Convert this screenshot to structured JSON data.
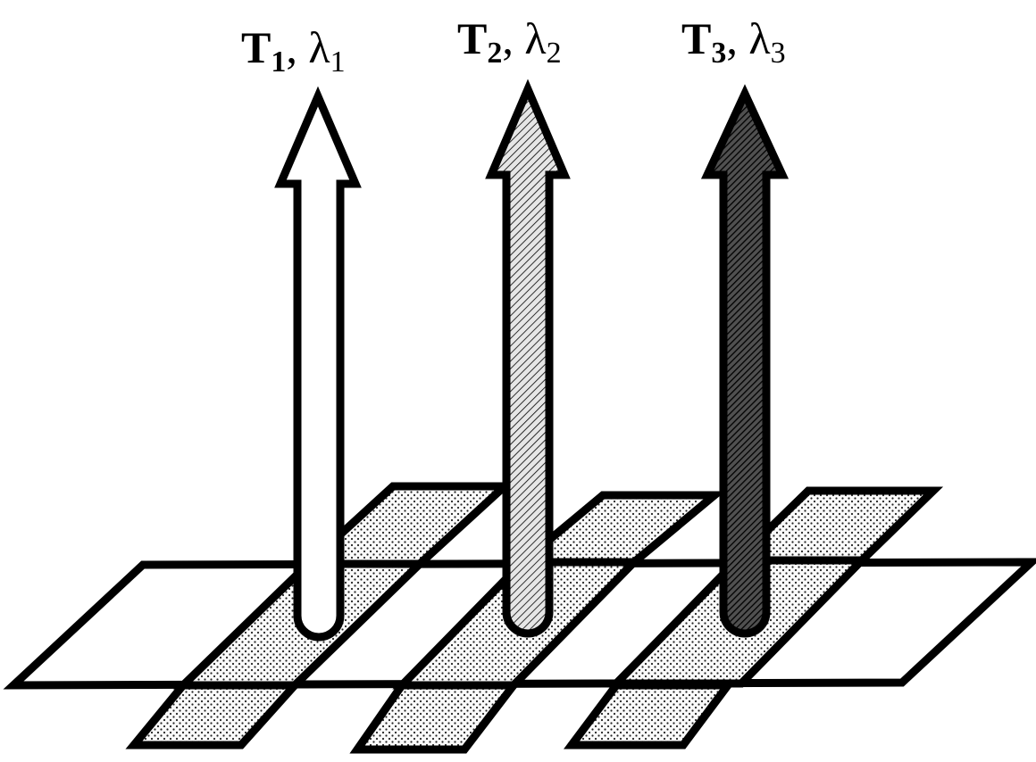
{
  "labels": [
    {
      "T": "T",
      "t_sub": "1",
      "sep": ", ",
      "lambda": "λ",
      "l_sub": "1"
    },
    {
      "T": "T",
      "t_sub": "2",
      "sep": ", ",
      "lambda": "λ",
      "l_sub": "2"
    },
    {
      "T": "T",
      "t_sub": "3",
      "sep": ", ",
      "lambda": "λ",
      "l_sub": "3"
    }
  ],
  "arrows": [
    {
      "fill": "white"
    },
    {
      "fill": "light-hatch"
    },
    {
      "fill": "dark-hatch"
    }
  ],
  "colors": {
    "stroke": "#000000",
    "background": "#ffffff",
    "light_hatch_bg": "#e6e6e6",
    "dark_hatch_bg": "#505050"
  }
}
